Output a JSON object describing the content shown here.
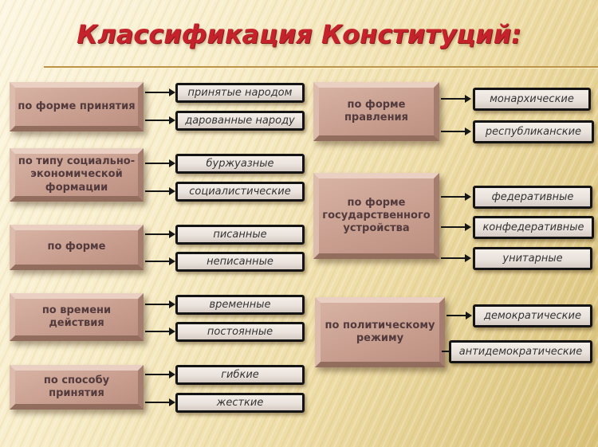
{
  "title": "Классификация Конституций:",
  "groups": [
    {
      "label": "по форме принятия",
      "items": [
        "принятые народом",
        "дарованные народу"
      ]
    },
    {
      "label": "по типу социально-экономической формации",
      "items": [
        "буржуазные",
        "социалистические"
      ]
    },
    {
      "label": "по форме",
      "items": [
        "писанные",
        "неписанные"
      ]
    },
    {
      "label": "по времени действия",
      "items": [
        "временные",
        "постоянные"
      ]
    },
    {
      "label": "по способу принятия",
      "items": [
        "гибкие",
        "жесткие"
      ]
    },
    {
      "label": "по форме правления",
      "items": [
        "монархические",
        "республиканские"
      ]
    },
    {
      "label": "по форме государственного устройства",
      "items": [
        "федеративные",
        "конфедеративные",
        "унитарные"
      ]
    },
    {
      "label": "по политическому режиму",
      "items": [
        "демократические",
        "антидемократические"
      ]
    }
  ],
  "colors": {
    "title_red": "#c5222b",
    "category_fill": "#c99f90",
    "category_text": "#523a3d",
    "item_fill": "#eae2dc",
    "item_border": "#141414",
    "background_top": "#fdf7e3",
    "background_bottom": "#d9c178",
    "separator_line": "#bb9349"
  }
}
